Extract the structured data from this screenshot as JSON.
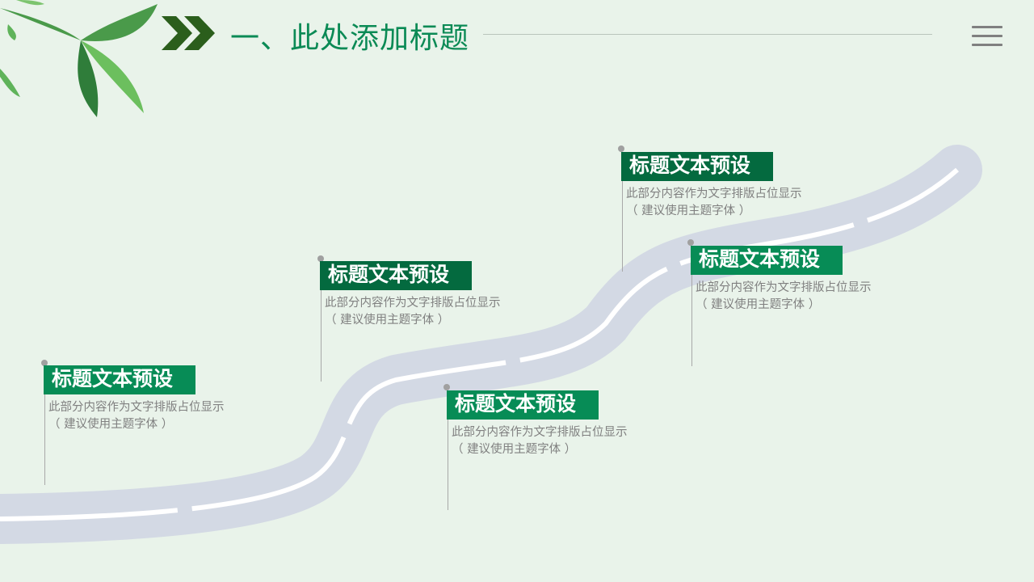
{
  "header": {
    "title": "一、此处添加标题"
  },
  "colors": {
    "flag_light": "#078c56",
    "flag_dark": "#046a3f",
    "road": "#d3d9e4"
  },
  "milestones": [
    {
      "title": "标题文本预设",
      "line1": "此部分内容作为文字排版占位显示",
      "line2": "（ 建议使用主题字体 ）"
    },
    {
      "title": "标题文本预设",
      "line1": "此部分内容作为文字排版占位显示",
      "line2": "（ 建议使用主题字体 ）"
    },
    {
      "title": "标题文本预设",
      "line1": "此部分内容作为文字排版占位显示",
      "line2": "（ 建议使用主题字体 ）"
    },
    {
      "title": "标题文本预设",
      "line1": "此部分内容作为文字排版占位显示",
      "line2": "（ 建议使用主题字体 ）"
    },
    {
      "title": "标题文本预设",
      "line1": "此部分内容作为文字排版占位显示",
      "line2": "（ 建议使用主题字体 ）"
    }
  ]
}
